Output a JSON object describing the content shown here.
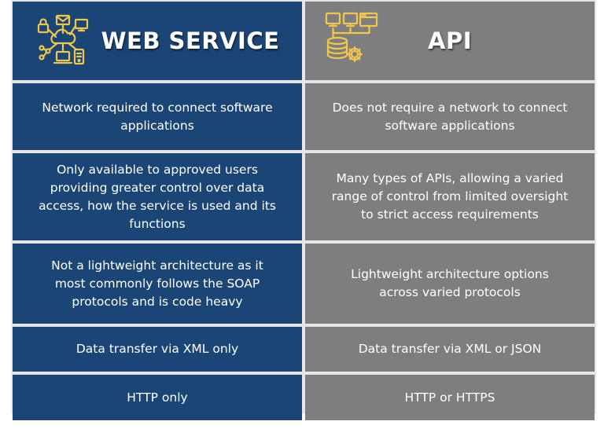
{
  "columns": {
    "web_service": {
      "title": "WEB SERVICE",
      "icon": "network-devices-icon"
    },
    "api": {
      "title": "API",
      "icon": "computer-database-gear-icon"
    }
  },
  "rows": [
    {
      "web_service": "Network required to connect software\napplications",
      "api": "Does not require a network to connect\nsoftware applications"
    },
    {
      "web_service": "Only available to approved users\nproviding greater control over data\naccess, how the service is used and its\nfunctions",
      "api": "Many types of APIs,  allowing a varied\nrange of control from limited oversight\nto strict access requirements"
    },
    {
      "web_service": "Not a lightweight architecture as it\nmost commonly follows the SOAP\nprotocols and is code heavy",
      "api": "Lightweight architecture options\nacross varied protocols"
    },
    {
      "web_service": "Data transfer via XML only",
      "api": "Data transfer via XML or JSON"
    },
    {
      "web_service": "HTTP only",
      "api": "HTTP or HTTPS"
    }
  ],
  "colors": {
    "web_service_bg": "#1b4575",
    "api_bg": "#7e7e80",
    "icon": "#f2c84b",
    "border": "#e6e6e6"
  }
}
